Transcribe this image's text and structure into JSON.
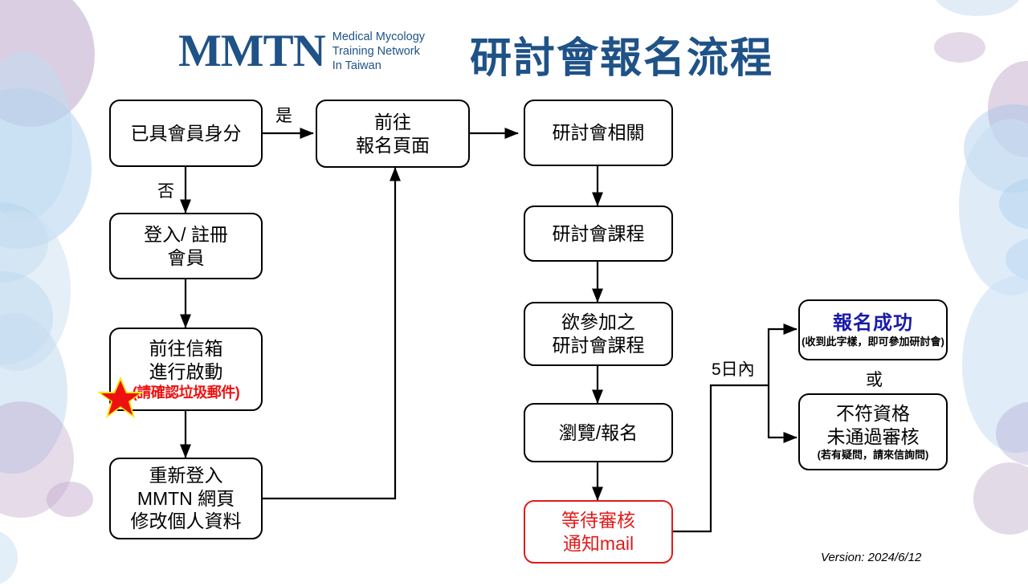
{
  "header": {
    "logo_mark": "MMTN",
    "logo_sub_lines": [
      "Medical Mycology",
      "Training Network",
      "In Taiwan"
    ],
    "title": "研討會報名流程",
    "brand_color": "#1F5287"
  },
  "footer": {
    "version": "Version: 2024/6/12"
  },
  "colors": {
    "box_border": "#000000",
    "alert_red": "#e01b1b",
    "success_blue": "#1a1aa8",
    "star_red": "#ee1111",
    "star_glow": "#ffe800"
  },
  "nodes": [
    {
      "id": "member-status",
      "lines": [
        "已具會員身分"
      ]
    },
    {
      "id": "login-register",
      "lines": [
        "登入/ 註冊",
        "會員"
      ]
    },
    {
      "id": "activate-mail",
      "lines": [
        "前往信箱",
        "進行啟動"
      ],
      "warn": "(請確認垃圾郵件)"
    },
    {
      "id": "relogin-edit",
      "lines": [
        "重新登入",
        "MMTN 網頁",
        "修改個人資料"
      ]
    },
    {
      "id": "signup-page",
      "lines": [
        "前往",
        "報名頁面"
      ]
    },
    {
      "id": "seminar-info",
      "lines": [
        "研討會相關"
      ]
    },
    {
      "id": "seminar-course",
      "lines": [
        "研討會課程"
      ]
    },
    {
      "id": "desired-course",
      "lines": [
        "欲參加之",
        "研討會課程"
      ]
    },
    {
      "id": "browse-signup",
      "lines": [
        "瀏覽/報名"
      ]
    },
    {
      "id": "await-review",
      "lines": [
        "等待審核",
        "通知mail"
      ],
      "style": "red"
    },
    {
      "id": "signup-success",
      "lines": [
        "報名成功"
      ],
      "note": "(收到此字樣，即可參加研討會)",
      "style": "success"
    },
    {
      "id": "not-qualified",
      "lines": [
        "不符資格",
        "未通過審核"
      ],
      "note": "(若有疑問，請來信詢問)"
    }
  ],
  "edge_labels": [
    {
      "id": "yes",
      "text": "是"
    },
    {
      "id": "no",
      "text": "否"
    },
    {
      "id": "within-5d",
      "text": "5日內"
    },
    {
      "id": "or",
      "text": "或"
    }
  ],
  "icons": {
    "star": "star-icon"
  }
}
